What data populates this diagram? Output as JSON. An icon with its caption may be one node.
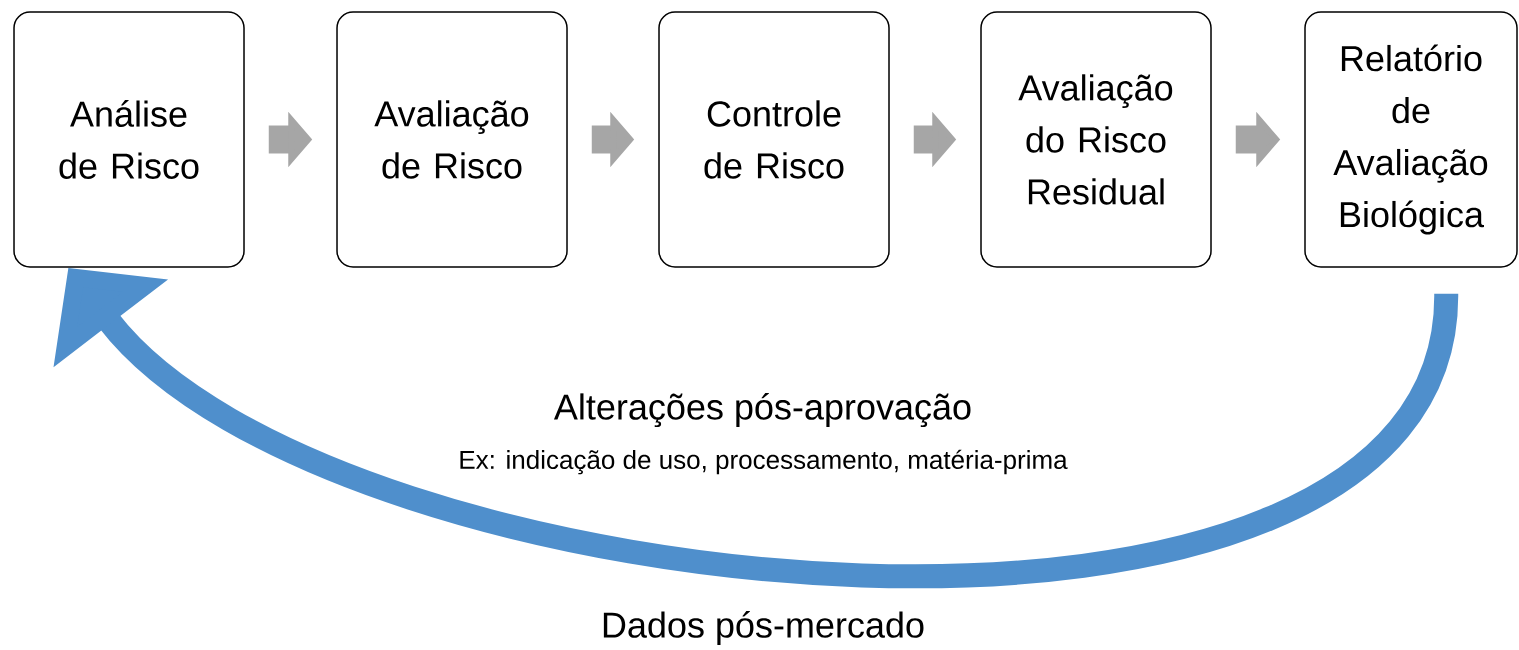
{
  "diagram": {
    "nodes": [
      {
        "text": [
          "Análise de Risco"
        ]
      },
      {
        "text": [
          "Avaliação de Risco"
        ]
      },
      {
        "text": [
          "Controle de Risco"
        ]
      },
      {
        "text": [
          "Avaliação do Risco Residual"
        ]
      },
      {
        "text": [
          "Relatório de Avaliação Biológica"
        ]
      }
    ],
    "edges": [
      {
        "from": 0,
        "to": 1,
        "arrow": "to"
      },
      {
        "from": 1,
        "to": 2,
        "arrow": "to"
      },
      {
        "from": 2,
        "to": 3,
        "arrow": "to"
      },
      {
        "from": 3,
        "to": 4,
        "arrow": "to"
      },
      {
        "from": 4,
        "to": 0,
        "arrow": "to",
        "color": "#4f8fcc"
      }
    ],
    "labels": [
      "Alterações pós-aprovação",
      "Ex: indicação de uso, processamento, matéria-prima",
      "Dados pós-mercado"
    ]
  }
}
